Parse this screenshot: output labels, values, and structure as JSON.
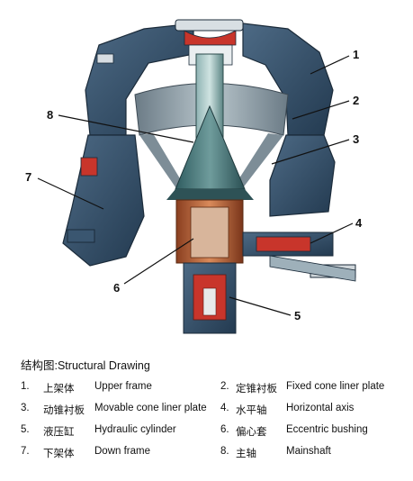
{
  "diagram": {
    "callouts": [
      "1",
      "2",
      "3",
      "4",
      "5",
      "6",
      "7",
      "8"
    ]
  },
  "legend": {
    "title": "结构图:Structural Drawing",
    "items": [
      {
        "num": "1.",
        "cn": "上架体",
        "en": "Upper frame"
      },
      {
        "num": "2.",
        "cn": "定锥衬板",
        "en": "Fixed cone liner plate"
      },
      {
        "num": "3.",
        "cn": "动锥衬板",
        "en": "Movable cone liner plate"
      },
      {
        "num": "4.",
        "cn": "水平轴",
        "en": "Horizontal axis"
      },
      {
        "num": "5.",
        "cn": "液压缸",
        "en": "Hydraulic cylinder"
      },
      {
        "num": "6.",
        "cn": "偏心套",
        "en": "Eccentric bushing"
      },
      {
        "num": "7.",
        "cn": "下架体",
        "en": "Down frame"
      },
      {
        "num": "8.",
        "cn": "主轴",
        "en": "Mainshaft"
      }
    ]
  },
  "colors": {
    "frame_blue": "#2f4a63",
    "liner_gray": "#8a9aa6",
    "cone_teal": "#3f6f73",
    "accent_red": "#c8352b",
    "copper": "#b8643a"
  }
}
